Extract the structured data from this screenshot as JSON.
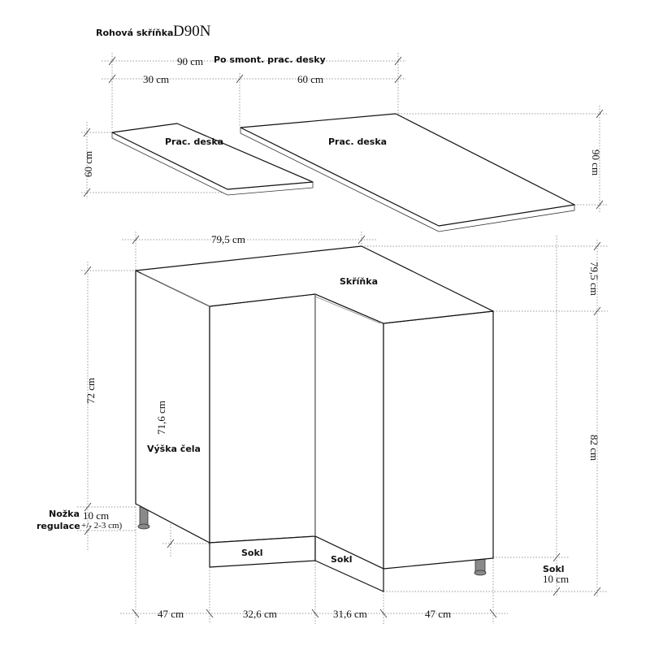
{
  "title": {
    "label": "Rohová skříňka",
    "model": "D90N"
  },
  "worktop": {
    "note": "Po smont. prac. desky",
    "total_width": "90 cm",
    "left_width": "30 cm",
    "right_width": "60 cm",
    "left_depth": "60 cm",
    "right_depth": "90 cm",
    "left_label": "Prac. deska",
    "right_label": "Prac. deska"
  },
  "cabinet": {
    "label": "Skříňka",
    "top_width": "79,5 cm",
    "side_depth": "79,5 cm",
    "height_left": "72 cm",
    "front_height": "71,6 cm",
    "front_height_label": "Výška čela",
    "height_right": "82 cm",
    "leg_label_1": "Nožka",
    "leg_label_2": "regulace",
    "leg_height": "10 cm",
    "leg_adjust": "+/- 2-3 cm)",
    "plinth_left": "Sokl",
    "plinth_right": "Sokl",
    "plinth_label": "Sokl",
    "plinth_height": "10 cm",
    "bottom_dims": [
      "47 cm",
      "32,6 cm",
      "31,6 cm",
      "47 cm"
    ]
  }
}
